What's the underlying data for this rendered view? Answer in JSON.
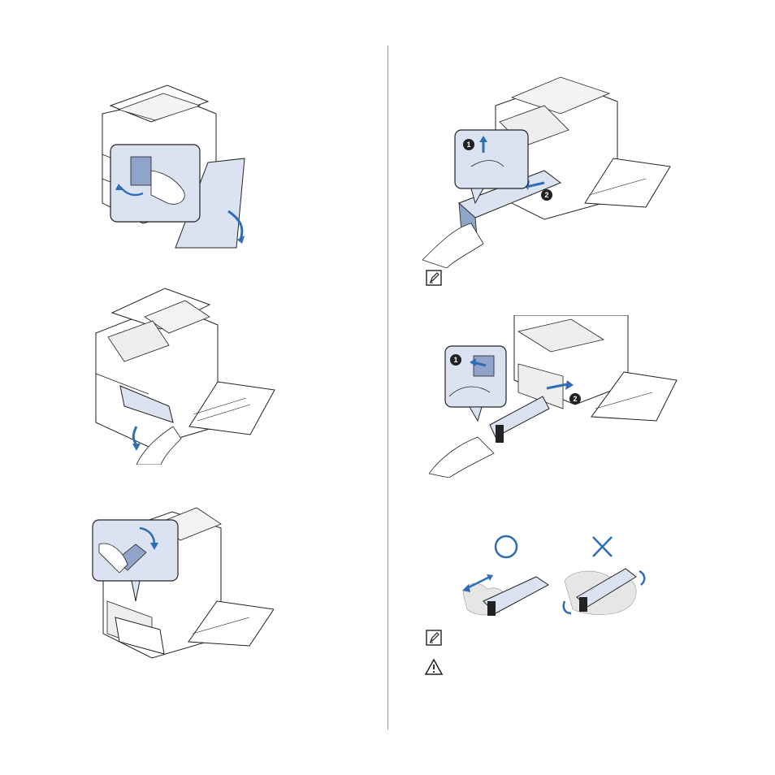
{
  "page": {
    "figures": [
      {
        "id": "fig-open-side-cover",
        "callouts": []
      },
      {
        "id": "fig-open-front-cover",
        "callouts": []
      },
      {
        "id": "fig-lever",
        "callouts": []
      },
      {
        "id": "fig-remove-toner",
        "callouts": [
          "1",
          "2"
        ]
      },
      {
        "id": "fig-remove-drum",
        "callouts": [
          "1",
          "2"
        ]
      },
      {
        "id": "fig-correct-handling",
        "symbol": "circle"
      },
      {
        "id": "fig-wrong-handling",
        "symbol": "cross"
      }
    ],
    "icons": [
      "note-icon",
      "note-icon",
      "warning-icon"
    ],
    "colors": {
      "accent_blue": "#2f6db5",
      "panel_blue": "#dbe3f3",
      "line": "#222222"
    }
  }
}
